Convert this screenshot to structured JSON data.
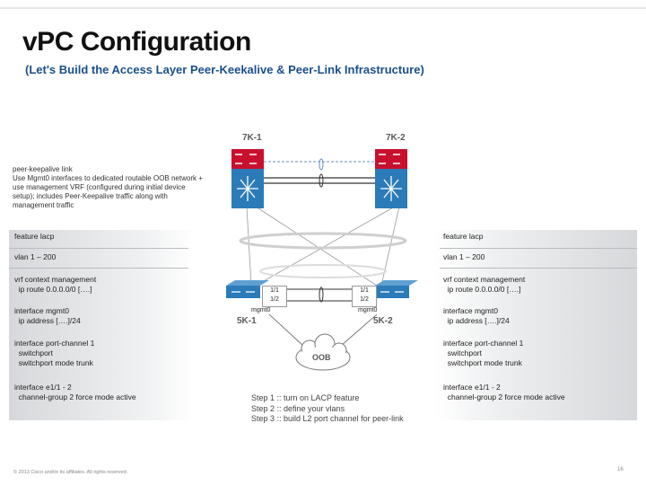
{
  "header": {
    "title": "vPC Configuration",
    "subtitle": "(Let's Build the Access Layer Peer-Keekalive & Peer-Link Infrastructure)"
  },
  "note": "peer-keepalive link\nUse Mgmt0 interfaces to dedicated routable OOB network + use management VRF (configured during initial device setup); includes Peer-Keepalive traffic along with management traffic",
  "devices": {
    "core_left": "7K-1",
    "core_right": "7K-2",
    "access_left": "5K-1",
    "access_right": "5K-2",
    "oob": "OOB"
  },
  "ports": {
    "left_p1": "1/1",
    "left_p2": "1/2",
    "right_p1": "1/1",
    "right_p2": "1/2",
    "left_mgmt": "mgmt0",
    "right_mgmt": "mgmt0"
  },
  "left_config": [
    "feature lacp",
    "vlan 1 – 200",
    "vrf context management\n  ip route 0.0.0.0/0 [….]",
    "interface mgmt0\n  ip address [….]/24",
    "interface port-channel 1\n  switchport\n  switchport mode trunk",
    "interface e1/1 - 2\n  channel-group 2 force mode active"
  ],
  "right_config": [
    "feature lacp",
    "vlan 1 – 200",
    "vrf context management\n  ip route 0.0.0.0/0 [….]",
    "interface mgmt0\n  ip address [….]/24",
    "interface port-channel 1\n  switchport\n  switchport mode trunk",
    "interface e1/1 - 2\n  channel-group 2 force mode active"
  ],
  "steps": [
    "Step 1 :: turn on LACP feature",
    "Step 2 :: define your vlans",
    "Step 3 :: build L2 port channel for peer-link"
  ],
  "footer": {
    "copyright": "© 2013 Cisco and/or its affiliates. All rights reserved.",
    "page": "16"
  },
  "colors": {
    "router_red": "#c8102e",
    "switch_blue": "#2b7bb9",
    "subtitle_blue": "#1a4f8c"
  }
}
